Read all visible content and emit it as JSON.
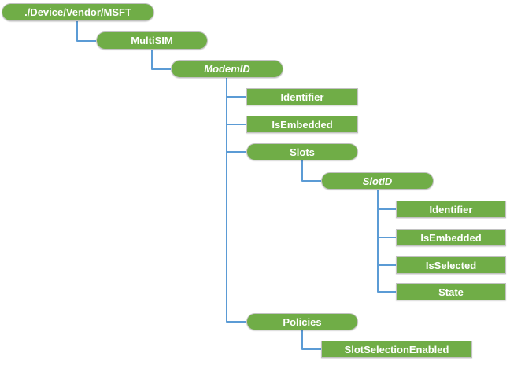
{
  "colors": {
    "node_green": "#70AD47",
    "connector_blue": "#5B9BD5",
    "node_text": "#FFFFFF",
    "background": "#FFFFFF"
  },
  "tree": {
    "label": "./Device/Vendor/MSFT",
    "shape": "pill",
    "children": [
      {
        "label": "MultiSIM",
        "shape": "pill",
        "children": [
          {
            "label": "ModemID",
            "shape": "pill",
            "dynamic": true,
            "children": [
              {
                "label": "Identifier",
                "shape": "rect"
              },
              {
                "label": "IsEmbedded",
                "shape": "rect"
              },
              {
                "label": "Slots",
                "shape": "pill",
                "children": [
                  {
                    "label": "SlotID",
                    "shape": "pill",
                    "dynamic": true,
                    "children": [
                      {
                        "label": "Identifier",
                        "shape": "rect"
                      },
                      {
                        "label": "IsEmbedded",
                        "shape": "rect"
                      },
                      {
                        "label": "IsSelected",
                        "shape": "rect"
                      },
                      {
                        "label": "State",
                        "shape": "rect"
                      }
                    ]
                  }
                ]
              },
              {
                "label": "Policies",
                "shape": "pill",
                "children": [
                  {
                    "label": "SlotSelectionEnabled",
                    "shape": "rect"
                  }
                ]
              }
            ]
          }
        ]
      }
    ]
  }
}
